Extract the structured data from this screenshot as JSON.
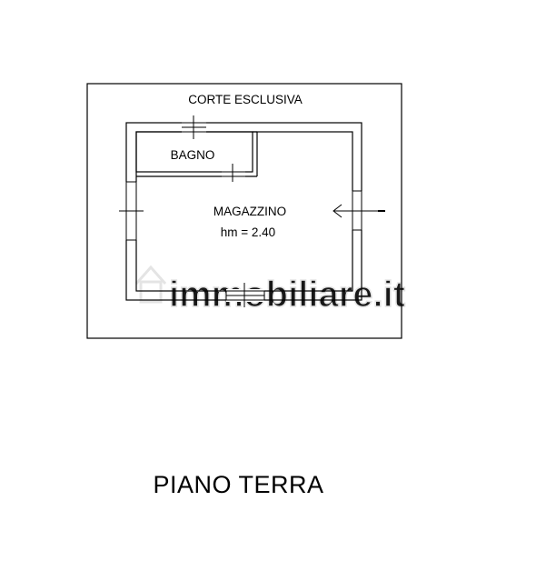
{
  "plan": {
    "exterior_label": "CORTE ESCLUSIVA",
    "rooms": [
      {
        "label": "BAGNO"
      },
      {
        "label": "MAGAZZINO",
        "height_note": "hm = 2.40"
      }
    ],
    "watermark": "immobiliare.it",
    "entrance_arrow": "entrance-arrow-icon"
  },
  "footer": {
    "floor_label": "PIANO TERRA"
  },
  "colors": {
    "lines": "#000000",
    "watermark": "#e6e6e6",
    "background": "#ffffff"
  }
}
